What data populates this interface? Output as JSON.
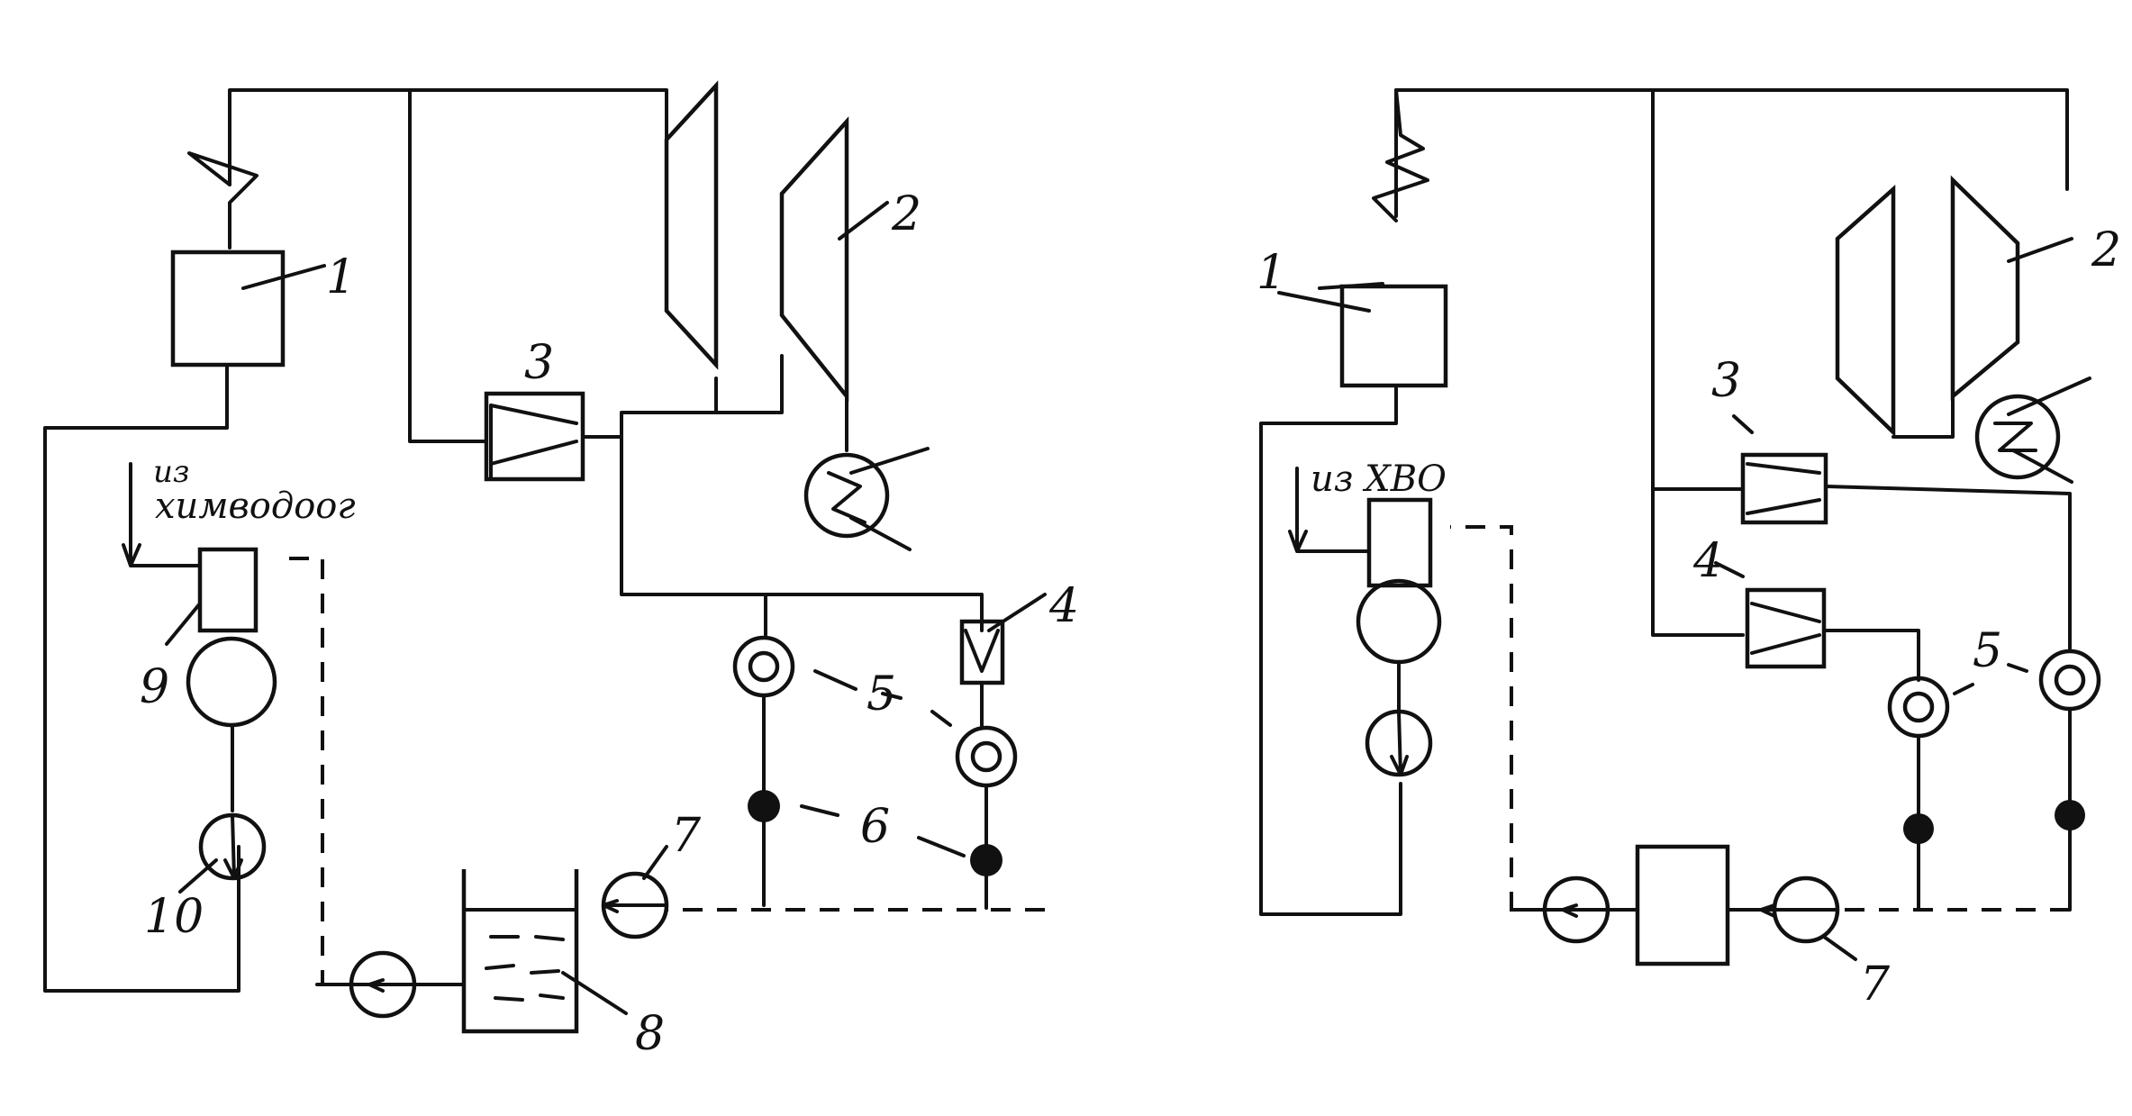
{
  "left": {
    "labels": {
      "n1": "1",
      "n2": "2",
      "n3": "3",
      "n4": "4",
      "n5": "5",
      "n6": "6",
      "n7": "7",
      "n8": "8",
      "n9": "9",
      "n10": "10"
    },
    "inlet_line1": "из",
    "inlet_line2": "химводоог"
  },
  "right": {
    "labels": {
      "n1": "1",
      "n2": "2",
      "n3": "3",
      "n4": "4",
      "n5": "5",
      "n7": "7"
    },
    "inlet": "из ХВО"
  },
  "style": {
    "ink": "#111111",
    "paper": "#ffffff"
  }
}
